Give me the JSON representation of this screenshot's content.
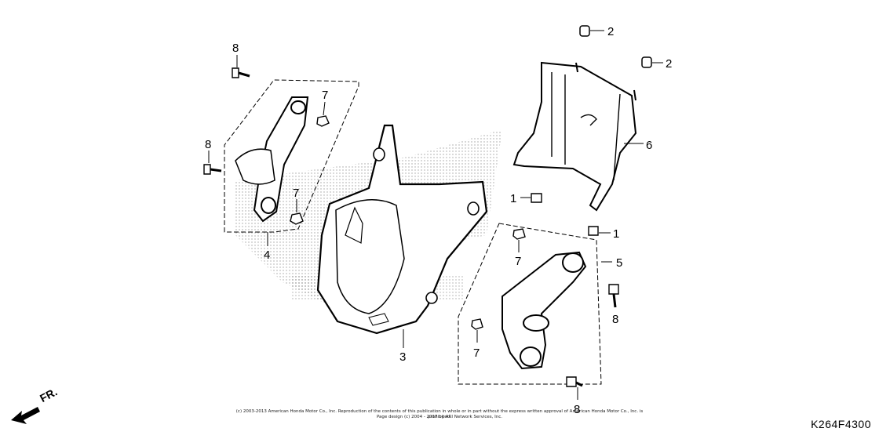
{
  "diagram": {
    "callouts": {
      "p2a": "2",
      "p2b": "2",
      "p8a": "8",
      "p8b": "8",
      "p8c": "8",
      "p8d": "8",
      "p7a": "7",
      "p7b": "7",
      "p7c": "7",
      "p7d": "7",
      "p4": "4",
      "p3": "3",
      "p6": "6",
      "p1a": "1",
      "p1b": "1",
      "p5": "5"
    },
    "direction_label": "FR.",
    "copyright_line1": "(c) 2003-2013 American Honda Motor Co., Inc. Reproduction of the contents of this publication in whole or in part without the express written approval of American Honda Motor Co., Inc. is prohibited.",
    "copyright_line2": "Page design (c) 2004 - 2017 by ARI Network Services, Inc.",
    "diagram_code": "K264F4300"
  }
}
